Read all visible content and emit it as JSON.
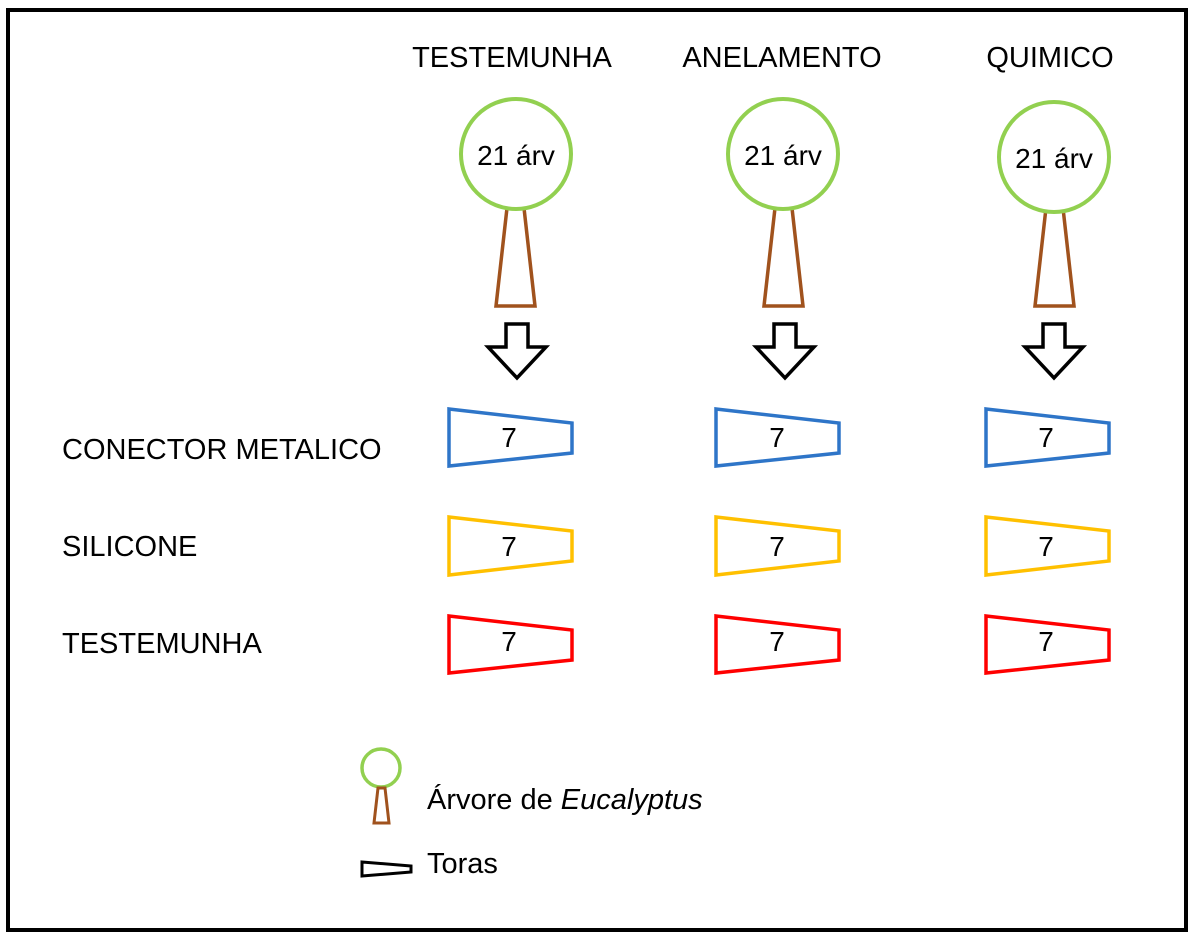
{
  "columns": [
    {
      "header": "TESTEMUNHA",
      "trees": "21 árv"
    },
    {
      "header": "ANELAMENTO",
      "trees": "21 árv"
    },
    {
      "header": "QUIMICO",
      "trees": "21 árv"
    }
  ],
  "rows": [
    {
      "label": "CONECTOR METALICO",
      "count": "7",
      "color": "#2e75c8"
    },
    {
      "label": "SILICONE",
      "count": "7",
      "color": "#ffc000"
    },
    {
      "label": "TESTEMUNHA",
      "count": "7",
      "color": "#ff0000"
    }
  ],
  "legend": {
    "tree_text": "Árvore de ",
    "tree_italic": "Eucalyptus",
    "log_text": "Toras"
  },
  "colors": {
    "crown": "#92d050",
    "trunk": "#a0521d",
    "arrow": "#000000"
  }
}
